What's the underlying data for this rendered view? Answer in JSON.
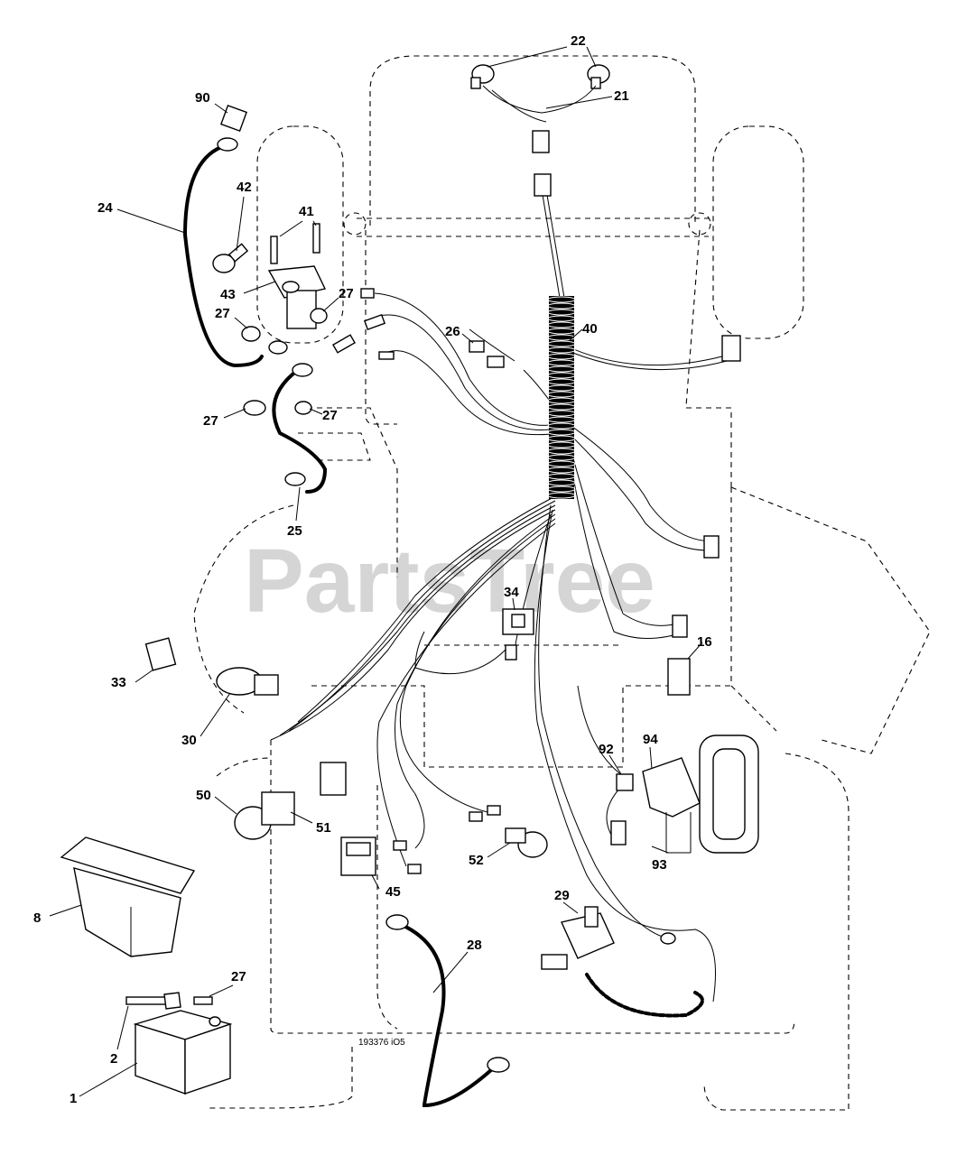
{
  "watermark": "PartsTree",
  "drawing_code": "193376 iO5",
  "callouts": [
    "22",
    "21",
    "90",
    "42",
    "41",
    "24",
    "43",
    "27",
    "27",
    "40",
    "26",
    "27",
    "27",
    "25",
    "34",
    "16",
    "33",
    "30",
    "92",
    "94",
    "50",
    "51",
    "52",
    "93",
    "8",
    "29",
    "45",
    "28",
    "27",
    "2",
    "1"
  ]
}
